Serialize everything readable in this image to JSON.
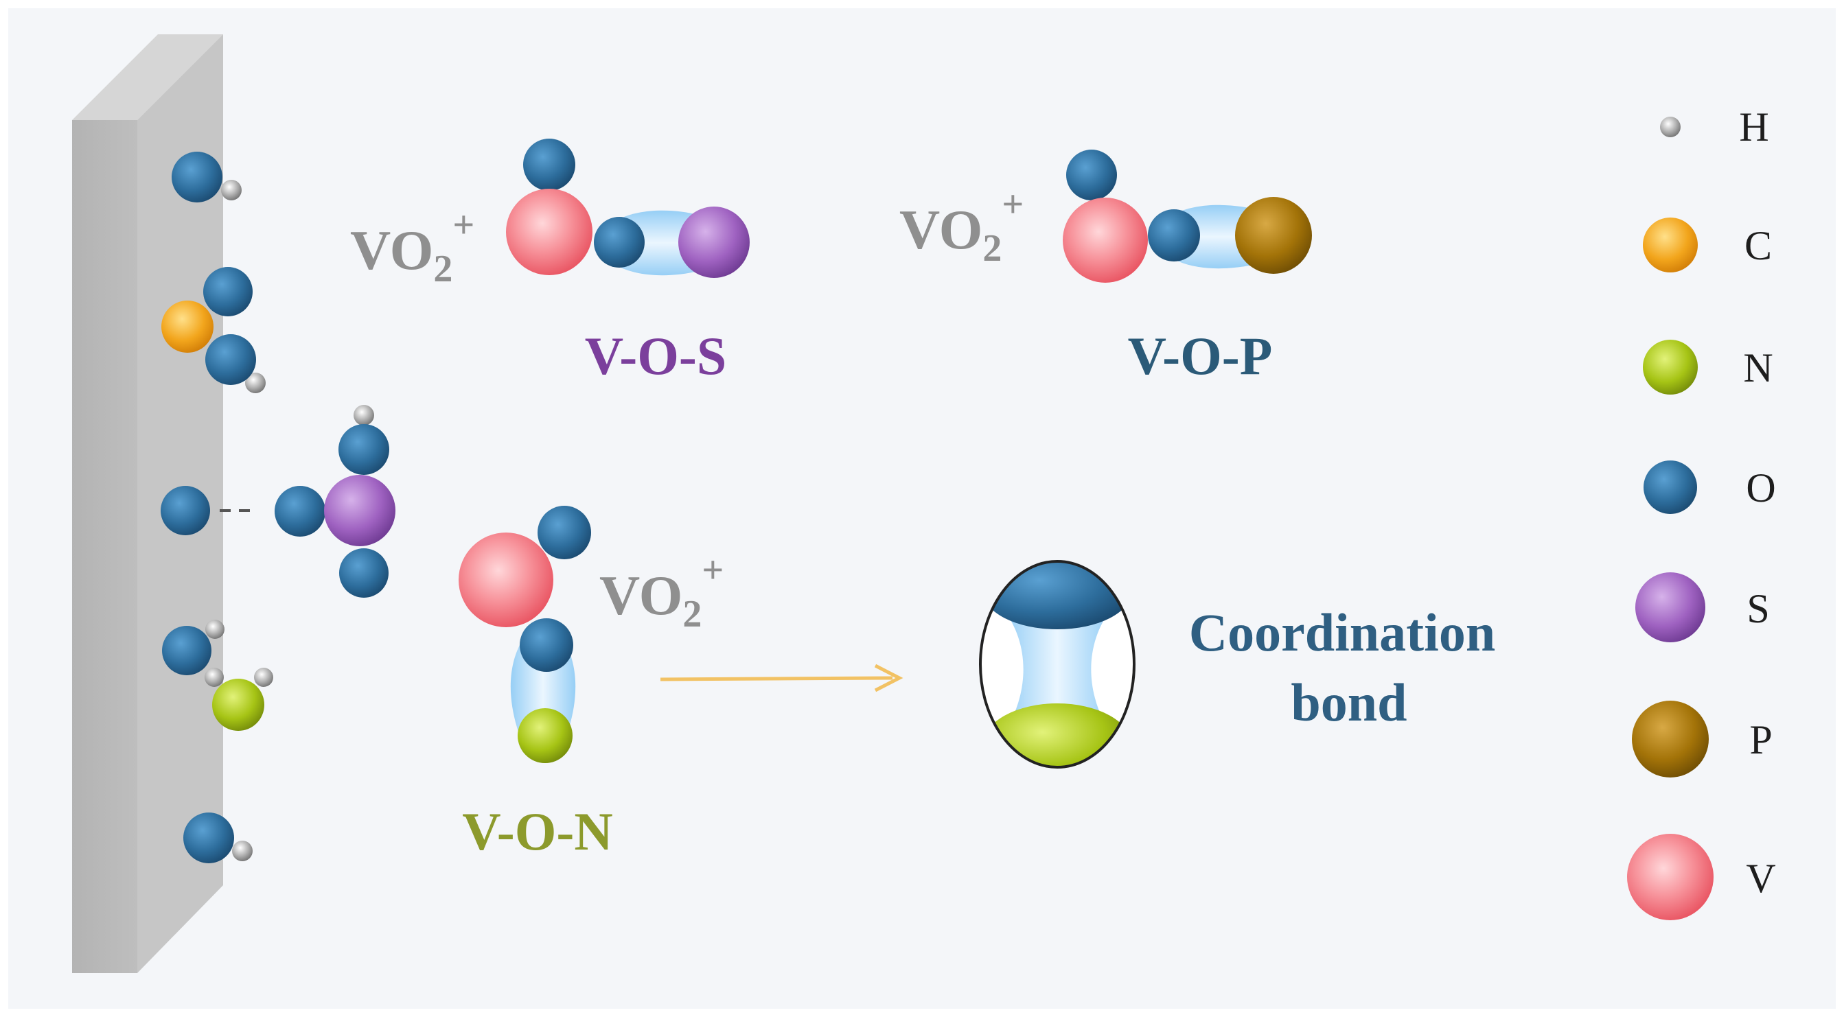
{
  "labels": {
    "vo2_base": "VO",
    "vo2_sub": "2",
    "vo2_sup": "+",
    "v_o_s": "V-O-S",
    "v_o_p": "V-O-P",
    "v_o_n": "V-O-N",
    "coordination_line1": "Coordination",
    "coordination_line2": "bond"
  },
  "legend": [
    {
      "symbol": "H",
      "element": "hydrogen",
      "color": "#9a9a9a"
    },
    {
      "symbol": "C",
      "element": "carbon",
      "color": "#f2a51c"
    },
    {
      "symbol": "N",
      "element": "nitrogen",
      "color": "#a6c415"
    },
    {
      "symbol": "O",
      "element": "oxygen",
      "color": "#2d6d9c"
    },
    {
      "symbol": "S",
      "element": "sulfur",
      "color": "#9f62c1"
    },
    {
      "symbol": "P",
      "element": "phosphorus",
      "color": "#a37308"
    },
    {
      "symbol": "V",
      "element": "vanadium",
      "color": "#f46d77"
    }
  ],
  "colors": {
    "background": "#f4f6f9",
    "slab_front": "#b9b9b9",
    "slab_side": "#c9c9c9",
    "slab_top": "#d6d6d6",
    "bond_glow": "#bfe2fb",
    "arrow": "#f2c264",
    "label_s": "#7b3f9c",
    "label_p": "#2b5a78",
    "label_n": "#8c9a2c",
    "label_coordination": "#2f5f82"
  }
}
